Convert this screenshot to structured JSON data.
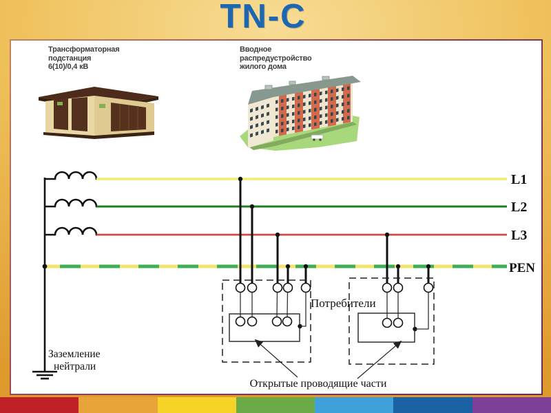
{
  "title": "TN-C",
  "colors": {
    "title": "#1c67b0",
    "l1": "#f0ec76",
    "l2": "#1e7d20",
    "l3": "#cb4a41",
    "pen_yellow": "#f2e46d",
    "pen_green": "#3fae57",
    "diagram_ink": "#111111"
  },
  "captions": {
    "substation": "Трансформаторная\nподстанция\n6(10)/0,4 кВ",
    "building": "Вводное\nраспредустройство\nжилого дома"
  },
  "labels": {
    "l1": "L1",
    "l2": "L2",
    "l3": "L3",
    "pen": "PEN",
    "consumers": "Потребители",
    "ground_line1": "Заземление",
    "ground_line2": "нейтрали",
    "exposed": "Открытые проводящие части"
  },
  "footer": {
    "stripes": [
      "#c02127",
      "#e8a33b",
      "#f5d327",
      "#6cab47",
      "#3fa0dc",
      "#1a61a5",
      "#7d3f98"
    ]
  }
}
